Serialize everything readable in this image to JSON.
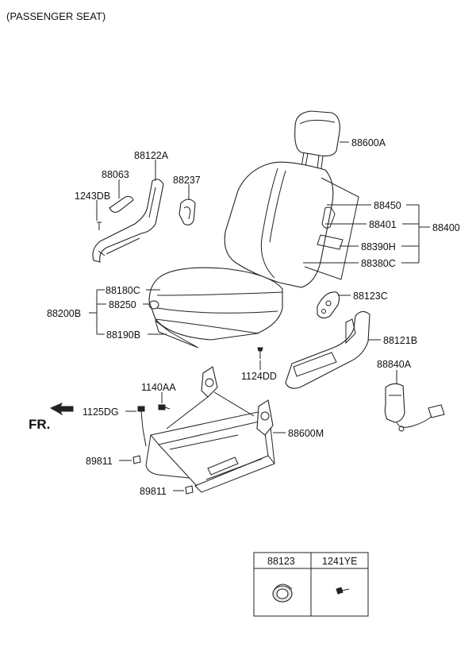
{
  "header": {
    "title": "(PASSENGER SEAT)"
  },
  "orientation": {
    "label": "FR."
  },
  "parts": {
    "headrest": "88600A",
    "side_cover_inner": "88122A",
    "cap": "88063",
    "screw_left": "1243DB",
    "clip": "88237",
    "back_frame_1": "88450",
    "back_frame_2": "88401",
    "back_assembly": "88400",
    "back_pad": "88390H",
    "back_cover": "88380C",
    "cushion_cover": "88180C",
    "cushion_assembly": "88200B",
    "cushion_pad": "88250",
    "cushion_pan": "88190B",
    "side_cover_cap": "88123C",
    "side_cover_outer": "88121B",
    "screw_center": "1124DD",
    "seat_belt_buckle": "88840A",
    "bolt_1": "1140AA",
    "bolt_2": "1125DG",
    "track_frame": "88600M",
    "cover_1": "89811",
    "cover_2": "89811"
  },
  "legend_table": {
    "columns": [
      "88123",
      "1241YE"
    ]
  }
}
